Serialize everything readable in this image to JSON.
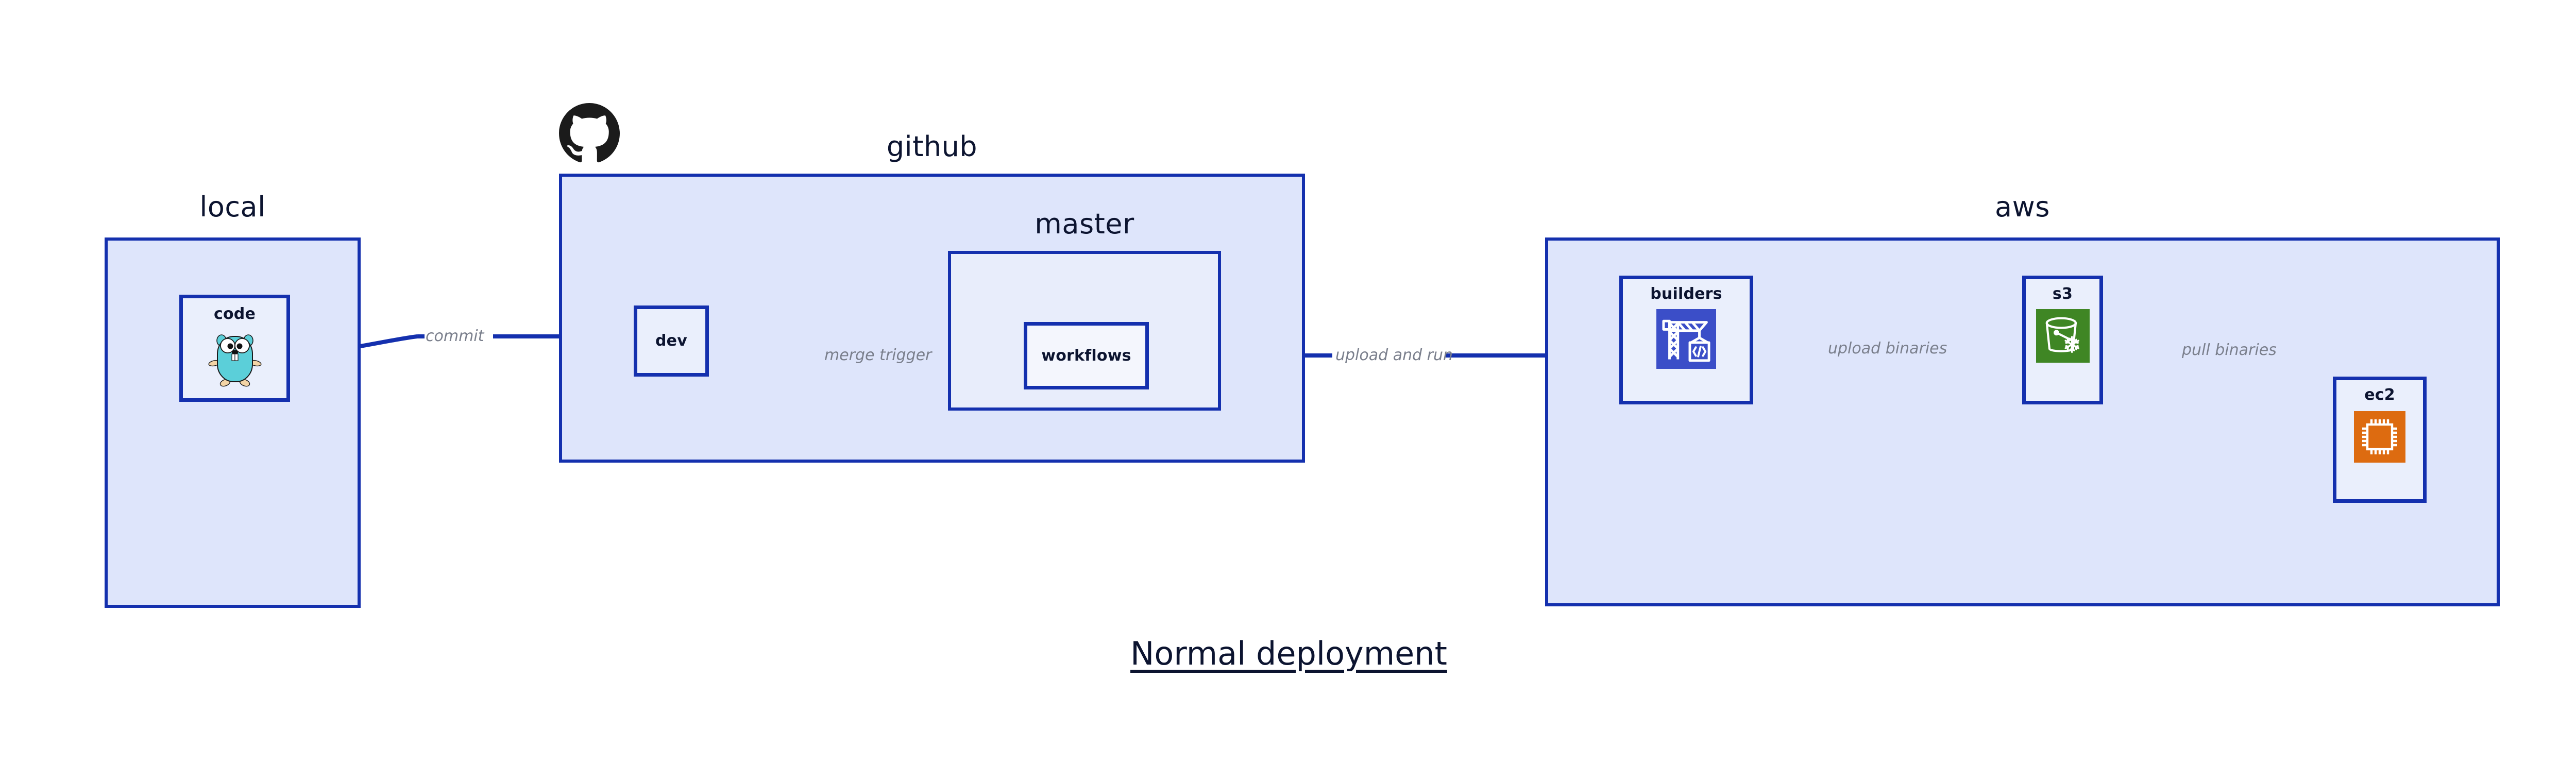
{
  "diagram": {
    "caption": "Normal deployment",
    "accent_border": "#1430ae",
    "cluster_fill": "#dee5fb",
    "node_fill": "#eaeffc",
    "label_color": "#7a7f8c",
    "title_color": "#0c1430"
  },
  "clusters": [
    {
      "id": "local",
      "title": "local"
    },
    {
      "id": "github",
      "title": "github"
    },
    {
      "id": "aws",
      "title": "aws"
    }
  ],
  "subclusters": [
    {
      "id": "master",
      "title": "master"
    }
  ],
  "nodes": [
    {
      "id": "code",
      "label": "code",
      "icon": "go-gopher-icon",
      "icon_color": "#5bcfd9"
    },
    {
      "id": "dev",
      "label": "dev",
      "icon": "none",
      "icon_color": ""
    },
    {
      "id": "workflows",
      "label": "workflows",
      "icon": "none",
      "icon_color": ""
    },
    {
      "id": "builders",
      "label": "builders",
      "icon": "crane-code-icon",
      "icon_color": "#3b4ec8"
    },
    {
      "id": "s3",
      "label": "s3",
      "icon": "bucket-snowflake-icon",
      "icon_color": "#3f8624"
    },
    {
      "id": "ec2",
      "label": "ec2",
      "icon": "cpu-chip-icon",
      "icon_color": "#dd6b10"
    }
  ],
  "edges": [
    {
      "id": "code-to-dev",
      "label": "commit",
      "from": "code",
      "to": "dev"
    },
    {
      "id": "dev-to-workflows",
      "label": "merge trigger",
      "from": "dev",
      "to": "workflows"
    },
    {
      "id": "workflows-to-builders",
      "label": "upload and run",
      "from": "workflows",
      "to": "builders"
    },
    {
      "id": "builders-to-s3",
      "label": "upload binaries",
      "from": "builders",
      "to": "s3"
    },
    {
      "id": "s3-to-ec2",
      "label": "pull binaries",
      "from": "s3",
      "to": "ec2"
    }
  ],
  "branding": {
    "github_logo": "github-octocat-icon"
  }
}
